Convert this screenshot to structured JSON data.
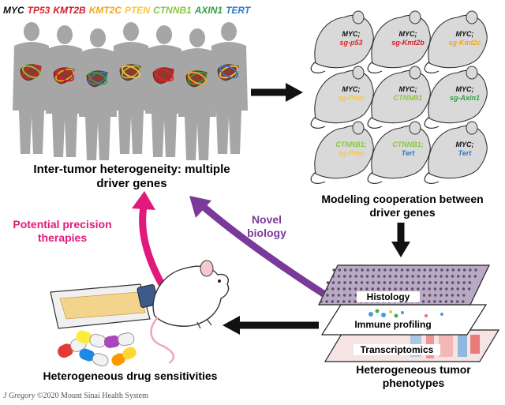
{
  "genes": [
    {
      "name": "MYC",
      "color": "#111111"
    },
    {
      "name": "TP53",
      "color": "#e0242a"
    },
    {
      "name": "KMT2B",
      "color": "#d01c2a"
    },
    {
      "name": "KMT2C",
      "color": "#f2a81d"
    },
    {
      "name": "PTEN",
      "color": "#f7c64a"
    },
    {
      "name": "CTNNB1",
      "color": "#8cc63e"
    },
    {
      "name": "AXIN1",
      "color": "#2ea043"
    },
    {
      "name": "TERT",
      "color": "#2a7bc8"
    }
  ],
  "mice": [
    {
      "line1": "MYC;",
      "line2": "sg-p53",
      "c1": "#111111",
      "c2": "#e0242a"
    },
    {
      "line1": "MYC;",
      "line2": "sg-Kmt2b",
      "c1": "#111111",
      "c2": "#d01c2a"
    },
    {
      "line1": "MYC;",
      "line2": "sg-Kmt2c",
      "c1": "#111111",
      "c2": "#f2a81d"
    },
    {
      "line1": "MYC;",
      "line2": "sg-Pten",
      "c1": "#111111",
      "c2": "#f7c64a"
    },
    {
      "line1": "MYC;",
      "line2": "CTNNB1",
      "c1": "#111111",
      "c2": "#8cc63e"
    },
    {
      "line1": "MYC;",
      "line2": "sg-Axin1",
      "c1": "#111111",
      "c2": "#2ea043"
    },
    {
      "line1": "CTNNB1;",
      "line2": "sg-Pten",
      "c1": "#8cc63e",
      "c2": "#f7c64a"
    },
    {
      "line1": "CTNNB1;",
      "line2": "Tert",
      "c1": "#8cc63e",
      "c2": "#2a7bc8"
    },
    {
      "line1": "MYC;",
      "line2": "Tert",
      "c1": "#111111",
      "c2": "#2a7bc8"
    }
  ],
  "labels": {
    "heterogeneity": "Inter-tumor heterogeneity: multiple driver genes",
    "modeling": "Modeling cooperation between driver genes",
    "precision": "Potential precision therapies",
    "novel": "Novel biology",
    "phenotypes": "Heterogeneous tumor phenotypes",
    "drug": "Heterogeneous drug sensitivities",
    "histology": "Histology",
    "immune": "Immune profiling",
    "transcriptomics": "Transcriptomics"
  },
  "credit": {
    "author": "J Gregory",
    "text": "©2020 Mount Sinai Health System"
  },
  "colors": {
    "magenta": "#e2197c",
    "purple": "#7b3a9a",
    "silhouette": "#a6a6a6",
    "mouse_box": "#d9d9d9"
  }
}
